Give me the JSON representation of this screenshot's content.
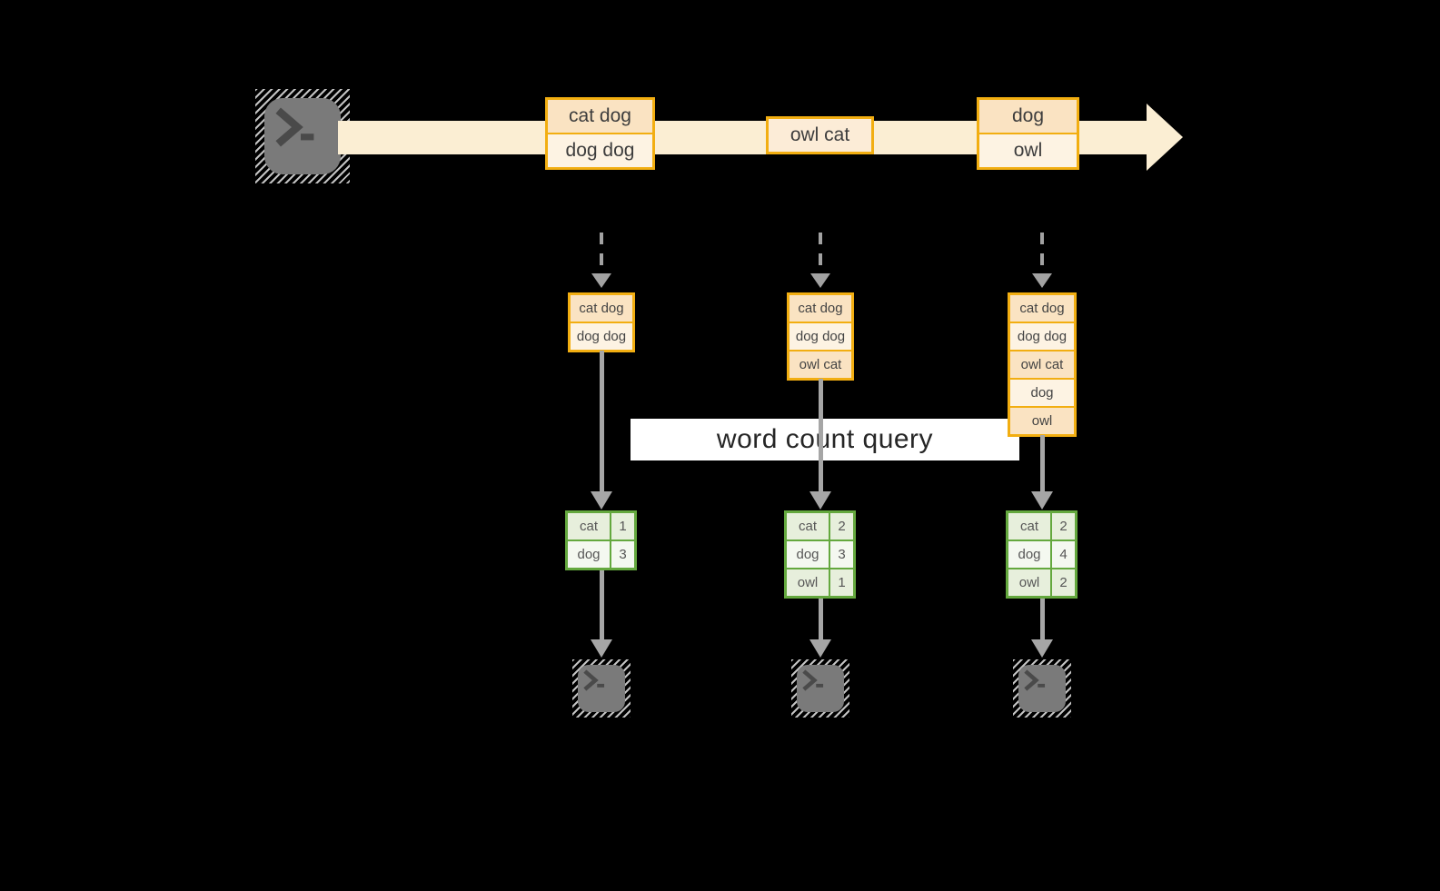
{
  "banner": {
    "label": "word count query"
  },
  "stream": {
    "events": [
      {
        "rows": [
          "cat dog",
          "dog dog"
        ]
      },
      {
        "rows": [
          "owl cat"
        ]
      },
      {
        "rows": [
          "dog",
          "owl"
        ]
      }
    ]
  },
  "columns": [
    {
      "state_rows": [
        "cat dog",
        "dog dog"
      ],
      "results": [
        {
          "word": "cat",
          "count": 1
        },
        {
          "word": "dog",
          "count": 3
        }
      ]
    },
    {
      "state_rows": [
        "cat dog",
        "dog dog",
        "owl cat"
      ],
      "results": [
        {
          "word": "cat",
          "count": 2
        },
        {
          "word": "dog",
          "count": 3
        },
        {
          "word": "owl",
          "count": 1
        }
      ]
    },
    {
      "state_rows": [
        "cat dog",
        "dog dog",
        "owl cat",
        "dog",
        "owl"
      ],
      "results": [
        {
          "word": "cat",
          "count": 2
        },
        {
          "word": "dog",
          "count": 4
        },
        {
          "word": "owl",
          "count": 2
        }
      ]
    }
  ],
  "icons": {
    "terminal_prompt": "❯ _",
    "stream_direction": "right-arrow"
  },
  "colors": {
    "background": "#000000",
    "stream_fill": "#fbeed3",
    "event_border": "#f2ae11",
    "event_cell_dark": "#fae3c2",
    "event_cell_light": "#fdf3e3",
    "result_border": "#64a83e",
    "result_cell_dark": "#e7efdc",
    "result_cell_light": "#f4f8f0",
    "arrow_gray": "#a6a6a6",
    "terminal_gray": "#7a7a7a",
    "banner_bg": "#ffffff",
    "banner_text": "#262626"
  }
}
